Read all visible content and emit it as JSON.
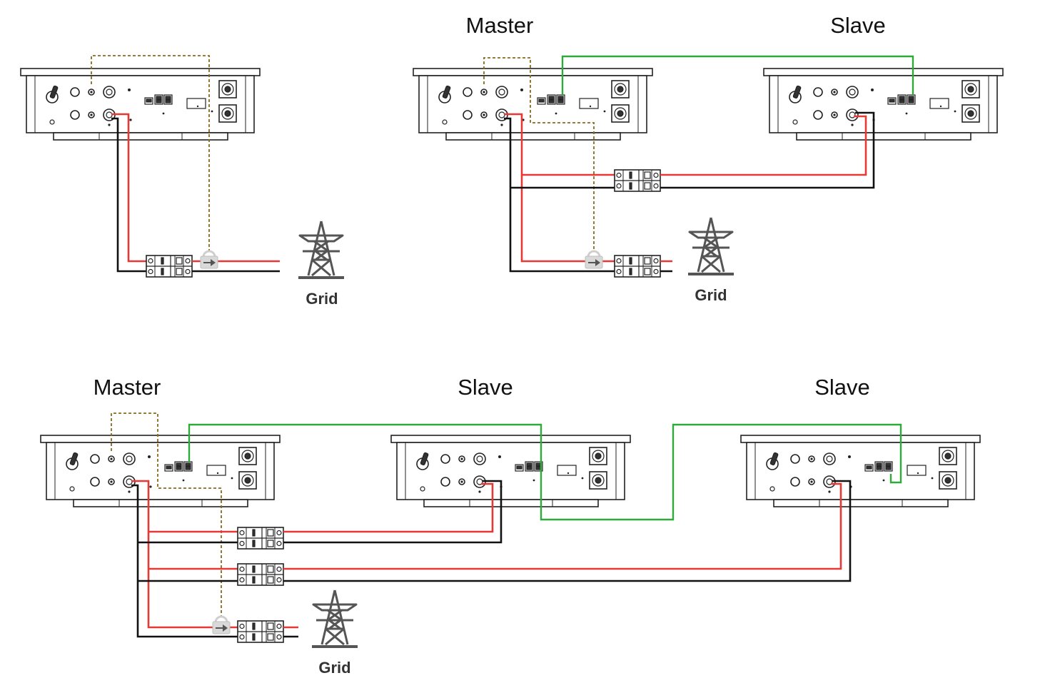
{
  "labels": {
    "master": "Master",
    "slave": "Slave",
    "grid": "Grid"
  },
  "colors": {
    "phase_wire": "#e53935",
    "neutral_wire": "#111111",
    "comm_cable": "#2eaa3a",
    "ct_cable": "#8a6a1e",
    "tower": "#555555"
  },
  "icons": {
    "inverter": "inverter-unit-icon",
    "breaker": "breaker-icon",
    "ct_sensor": "ct-clamp-icon",
    "grid_tower": "transmission-tower-icon"
  }
}
